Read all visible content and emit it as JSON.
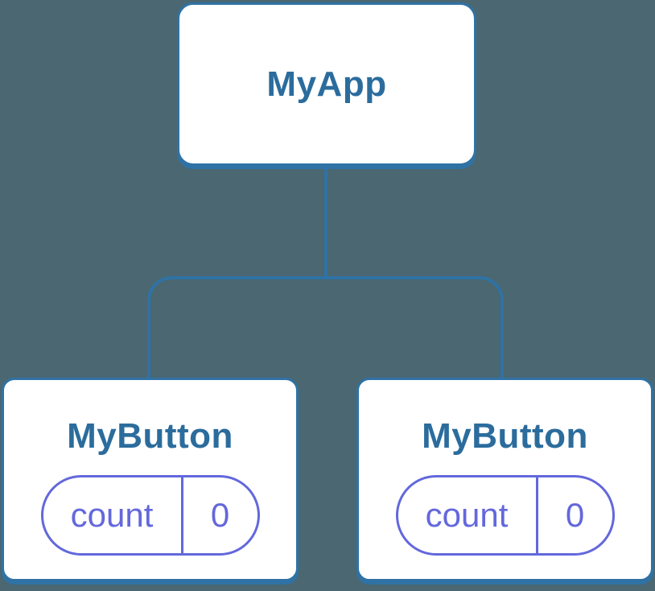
{
  "diagram": {
    "description": "React component tree diagram",
    "colors": {
      "bg": "#4B6771",
      "stroke": "#2F72A5",
      "node_fill": "#FFFFFF",
      "title": "#2B6C9D",
      "state": "#6368DC"
    },
    "root": {
      "label": "MyApp"
    },
    "children": [
      {
        "label": "MyButton",
        "state": {
          "key": "count",
          "value": "0"
        }
      },
      {
        "label": "MyButton",
        "state": {
          "key": "count",
          "value": "0"
        }
      }
    ]
  }
}
